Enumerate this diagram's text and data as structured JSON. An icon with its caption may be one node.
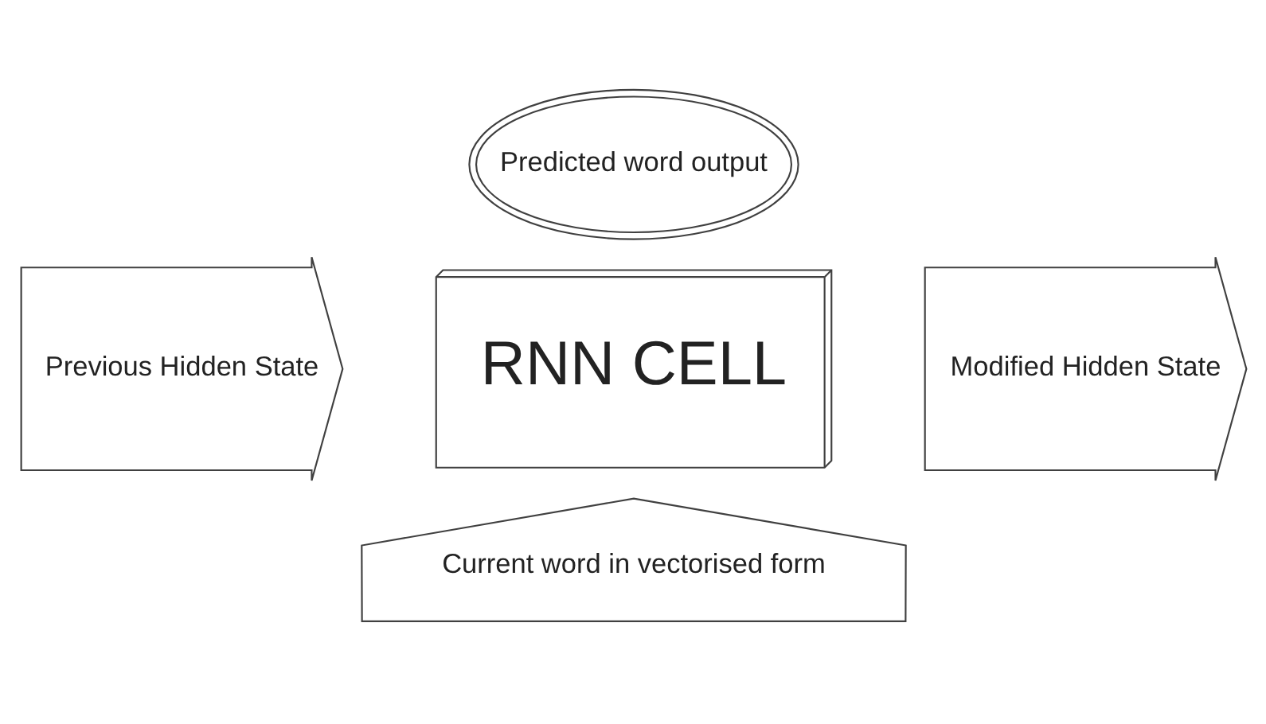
{
  "diagram": {
    "nodes": [
      {
        "text": [
          "Predicted word output"
        ]
      },
      {
        "text": [
          "Previous Hidden State"
        ]
      },
      {
        "text": [
          "RNN CELL"
        ]
      },
      {
        "text": [
          "Modified Hidden State"
        ]
      },
      {
        "text": [
          "Current word in vectorised form"
        ]
      }
    ]
  }
}
